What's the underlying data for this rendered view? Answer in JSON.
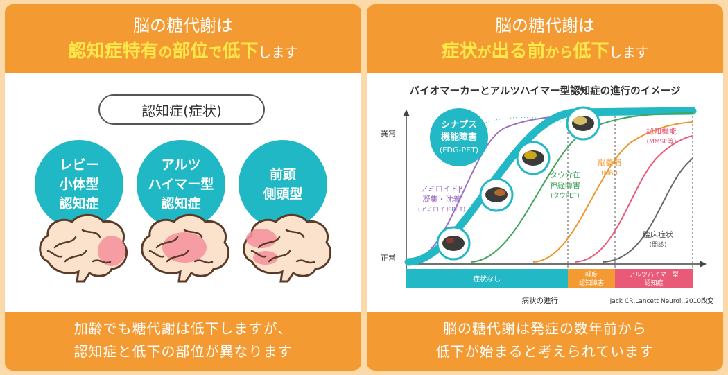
{
  "left": {
    "title_line1": "脳の糖代謝は",
    "title_line2": [
      "認知症特有",
      "の",
      "部位",
      "で",
      "低下",
      "します"
    ],
    "pill": "認知症(症状)",
    "circles": [
      {
        "label": "レビー\n小体型\n認知症"
      },
      {
        "label": "アルツ\nハイマー型\n認知症"
      },
      {
        "label": "前頭\n側頭型"
      }
    ],
    "bottom_line1": "加齢でも糖代謝は低下しますが、",
    "bottom_line2": "認知症と低下の部位が異なります"
  },
  "right": {
    "title_line1": "脳の糖代謝は",
    "title_line2": [
      "症状",
      "が",
      "出る前",
      "から",
      "低下",
      "します"
    ],
    "chart_title": "バイオマーカーとアルツハイマー型認知症の進行のイメージ",
    "y_top": "異常",
    "y_bottom": "正常",
    "synapse": [
      "シナプス",
      "機能障害",
      "(FDG-PET)"
    ],
    "amyloid": [
      "アミロイドβ",
      "凝集・沈着",
      "(アミロイドPET)"
    ],
    "tau": [
      "タウ介在",
      "神経障害",
      "(タウPET)"
    ],
    "atrophy": [
      "脳萎縮",
      "(MRI)"
    ],
    "cognition": [
      "認知機能",
      "(MMSE等)"
    ],
    "clinical": [
      "臨床症状",
      "(問診)"
    ],
    "stages": [
      "症状なし",
      "軽度\n認知障害",
      "アルツハイマー型\n認知症"
    ],
    "x_label": "病状の進行",
    "source": "Jack CR,Lancett Neurol.,2010改変",
    "bottom_line1": "脳の糖代謝は発症の数年前から",
    "bottom_line2": "低下が始まると考えられています",
    "colors": {
      "amyloid": "#9b6fc2",
      "synapse": "#22b8c5",
      "tau": "#3fa55b",
      "atrophy": "#f0952c",
      "cognition": "#e85a78",
      "clinical": "#666666",
      "stage_none": "#22b8c5",
      "stage_mci": "#f49a32",
      "stage_ad": "#e85a78"
    }
  }
}
